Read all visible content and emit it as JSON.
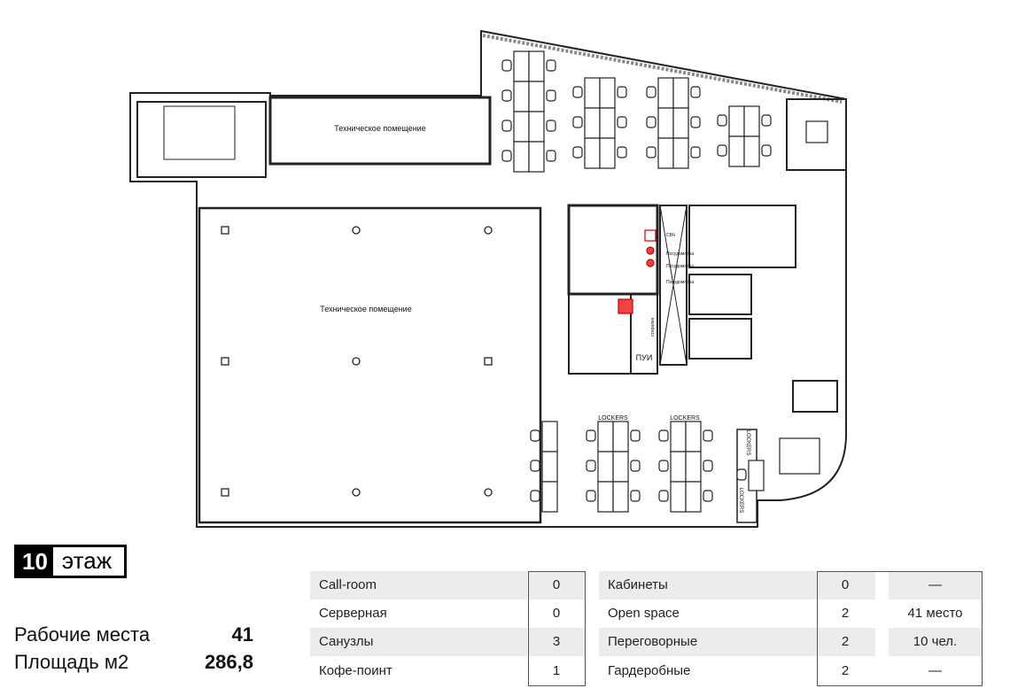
{
  "plan": {
    "tech_room_top": "Техническое помещение",
    "tech_room_main": "Техническое помещение",
    "janitor_room": "ПУИ",
    "lockers": [
      "LOCKERS",
      "LOCKERS",
      "LOCKERS",
      "LOCKERS"
    ],
    "kitchen_labels": [
      "СВЧ",
      "Посудомойка",
      "Посудомойка",
      "Посудомойка"
    ],
    "washer_label": "стиралка"
  },
  "floor": {
    "number": "10",
    "word": "этаж"
  },
  "summary": {
    "workplaces_label": "Рабочие места",
    "workplaces_value": "41",
    "area_label": "Площадь м2",
    "area_value": "286,8"
  },
  "table_left": [
    {
      "label": "Call-room",
      "count": "0"
    },
    {
      "label": "Серверная",
      "count": "0"
    },
    {
      "label": "Санузлы",
      "count": "3"
    },
    {
      "label": "Кофе-поинт",
      "count": "1"
    }
  ],
  "table_right": [
    {
      "label": "Кабинеты",
      "count": "0",
      "extra": "—"
    },
    {
      "label": "Open space",
      "count": "2",
      "extra": "41 место"
    },
    {
      "label": "Переговорные",
      "count": "2",
      "extra": "10 чел."
    },
    {
      "label": "Гардеробные",
      "count": "2",
      "extra": "—"
    }
  ]
}
